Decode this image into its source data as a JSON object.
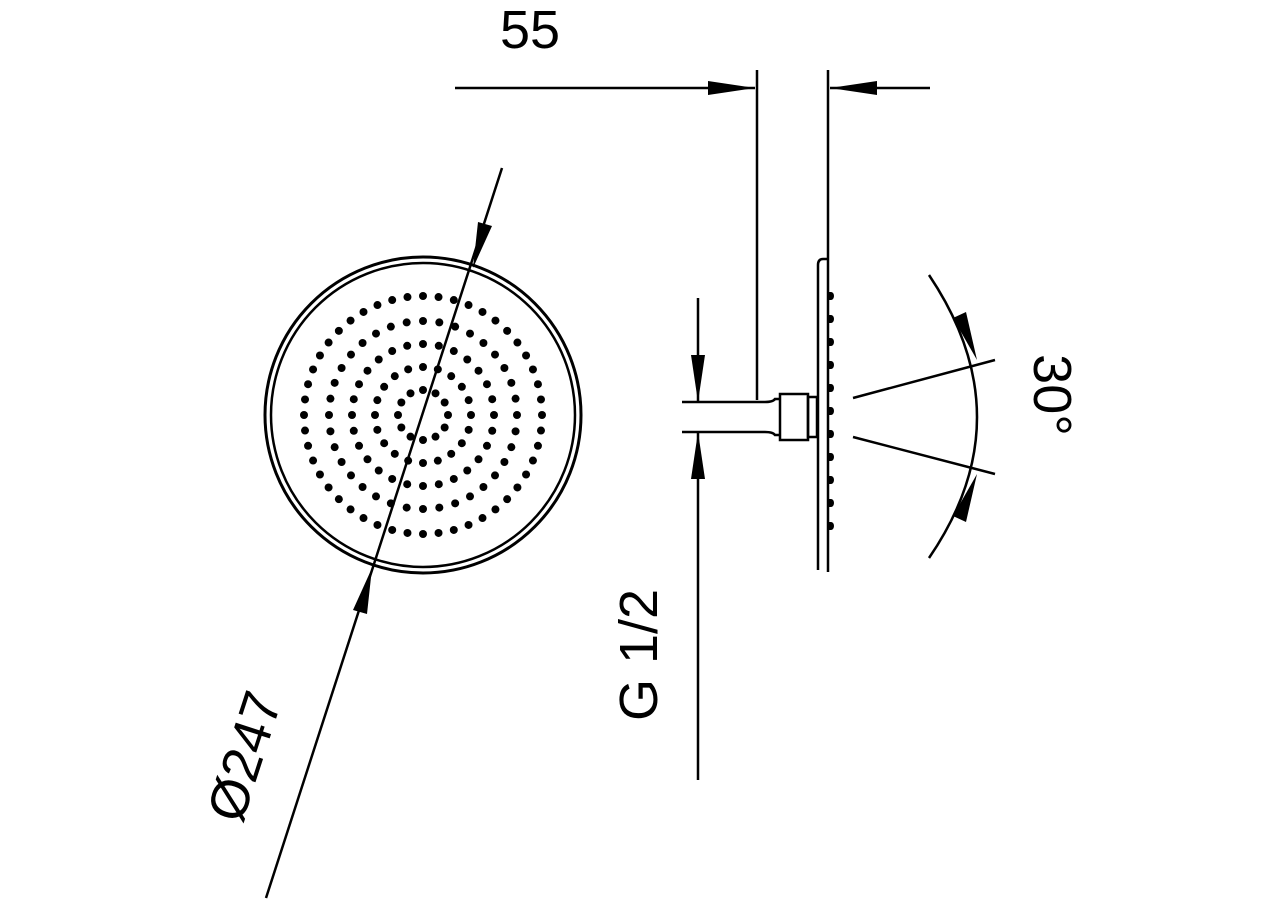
{
  "drawing": {
    "title": "Round shower head technical drawing",
    "dimensions": {
      "depth": "55",
      "diameter": "Ø247",
      "thread": "G 1/2",
      "angle": "30°"
    },
    "colors": {
      "line": "#000000",
      "background": "#ffffff"
    }
  }
}
